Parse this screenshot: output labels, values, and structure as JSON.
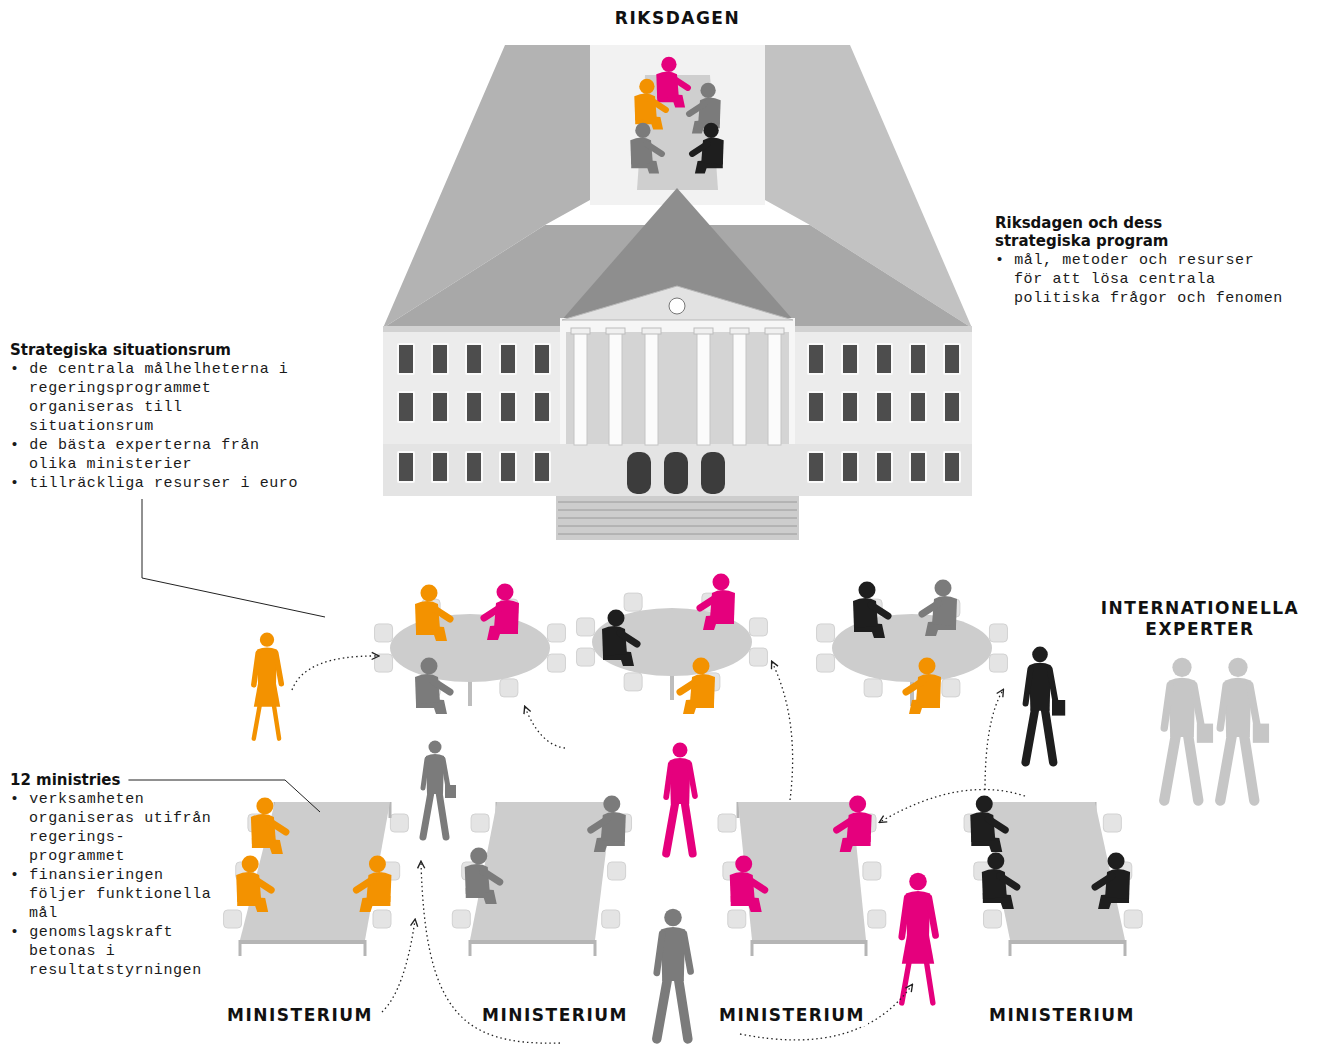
{
  "diagram": {
    "nodes": [
      {
        "text": [
          "RIKSDAGEN"
        ]
      },
      {
        "text": [
          "MINISTERIUM"
        ]
      },
      {
        "text": [
          "MINISTERIUM"
        ]
      },
      {
        "text": [
          "MINISTERIUM"
        ]
      },
      {
        "text": [
          "MINISTERIUM"
        ]
      }
    ],
    "labels": [
      "Riksdagen och dess strategiska program",
      "• mål, metoder och resurser för att lösa centrala politiska frågor och fenomen",
      "Strategiska situationsrum",
      "• de centrala målhelheterna i regeringsprogrammet organiseras till situationsrum",
      "• de bästa experterna från olika ministerier",
      "• tillräckliga resurser i euro",
      "INTERNATIONELLA EXPERTER",
      "12 ministries",
      "• verksamheten organiseras utifrån regerings- programmet",
      "• finansieringen följer funktionella mål",
      "• genomslagskraft betonas i resultatstyrningen"
    ]
  }
}
